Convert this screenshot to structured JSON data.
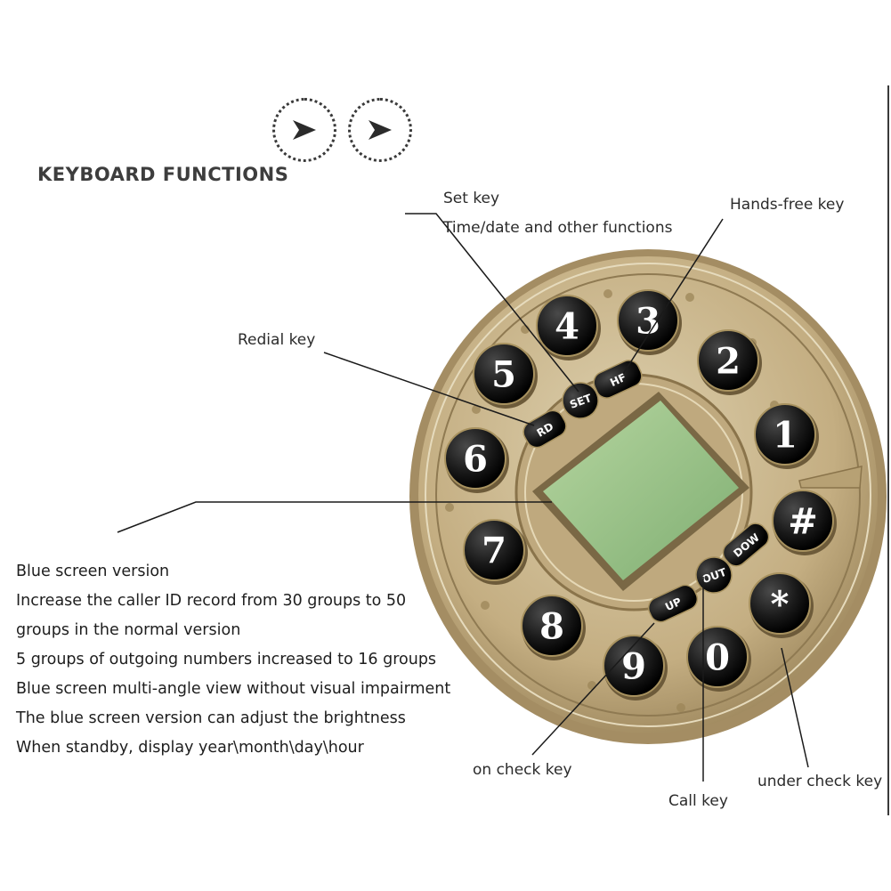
{
  "heading": "KEYBOARD FUNCTIONS",
  "nav": [
    "arrow-right-icon",
    "arrow-right-icon"
  ],
  "callouts": {
    "set_key": "Set key",
    "set_key_sub": "Time/date and other functions",
    "hands_free": "Hands-free key",
    "redial": "Redial key",
    "on_check": "on check key",
    "call": "Call key",
    "under_check": "under check key"
  },
  "description": [
    "Blue screen version",
    "Increase the caller ID record from 30 groups to 50",
    "groups in the normal version",
    "5 groups of outgoing numbers increased to 16 groups",
    "Blue screen multi-angle view without visual impairment",
    "The blue screen version can adjust the brightness",
    "When standby, display year\\month\\day\\hour"
  ],
  "keys": {
    "digits": [
      "1",
      "2",
      "3",
      "4",
      "5",
      "6",
      "7",
      "8",
      "9",
      "0",
      "*",
      "#"
    ],
    "set": "SET",
    "hf": "HF",
    "rd": "RD",
    "up": "UP",
    "out": "OUT",
    "dow": "DOW"
  },
  "colors": {
    "bronze": "#c8b48a",
    "bronze_dark": "#8f7a52",
    "screen": "#9cc48a",
    "key": "#1b1b1b"
  }
}
